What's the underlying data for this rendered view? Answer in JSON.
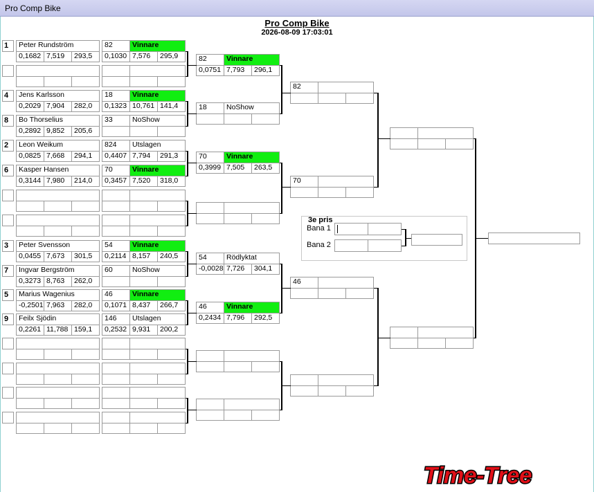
{
  "window": {
    "title": "Pro Comp Bike"
  },
  "header": {
    "title": "Pro Comp Bike",
    "datetime": "2026-08-09 17:03:01"
  },
  "round1": [
    {
      "seed": "1",
      "name": "Peter Rundström",
      "rt": "0,1682",
      "et": "7,519",
      "speed": "293,5"
    },
    {
      "seed": "",
      "name": "",
      "rt": "",
      "et": "",
      "speed": ""
    },
    {
      "seed": "4",
      "name": "Jens Karlsson",
      "rt": "0,2029",
      "et": "7,904",
      "speed": "282,0"
    },
    {
      "seed": "8",
      "name": "Bo Thorselius",
      "rt": "0,2892",
      "et": "9,852",
      "speed": "205,6"
    },
    {
      "seed": "2",
      "name": "Leon Weikum",
      "rt": "0,0825",
      "et": "7,668",
      "speed": "294,1"
    },
    {
      "seed": "6",
      "name": "Kasper Hansen",
      "rt": "0,3144",
      "et": "7,980",
      "speed": "214,0"
    },
    {
      "seed": "",
      "name": "",
      "rt": "",
      "et": "",
      "speed": ""
    },
    {
      "seed": "",
      "name": "",
      "rt": "",
      "et": "",
      "speed": ""
    },
    {
      "seed": "3",
      "name": "Peter Svensson",
      "rt": "0,0455",
      "et": "7,673",
      "speed": "301,5"
    },
    {
      "seed": "7",
      "name": "Ingvar Bergström",
      "rt": "0,3273",
      "et": "8,763",
      "speed": "262,0"
    },
    {
      "seed": "5",
      "name": "Marius Wagenius",
      "rt": "-0,2501",
      "et": "7,963",
      "speed": "282,0"
    },
    {
      "seed": "9",
      "name": "Feilx Sjödin",
      "rt": "0,2261",
      "et": "11,788",
      "speed": "159,1"
    },
    {
      "seed": "",
      "name": "",
      "rt": "",
      "et": "",
      "speed": ""
    },
    {
      "seed": "",
      "name": "",
      "rt": "",
      "et": "",
      "speed": ""
    },
    {
      "seed": "",
      "name": "",
      "rt": "",
      "et": "",
      "speed": ""
    },
    {
      "seed": "",
      "name": "",
      "rt": "",
      "et": "",
      "speed": ""
    }
  ],
  "round2": [
    {
      "num": "82",
      "status": "Vinnare",
      "win": true,
      "rt": "0,1030",
      "et": "7,576",
      "speed": "295,9"
    },
    {
      "num": "",
      "status": "",
      "win": false,
      "rt": "",
      "et": "",
      "speed": ""
    },
    {
      "num": "18",
      "status": "Vinnare",
      "win": true,
      "rt": "0,1323",
      "et": "10,761",
      "speed": "141,4"
    },
    {
      "num": "33",
      "status": "NoShow",
      "win": false,
      "rt": "",
      "et": "",
      "speed": ""
    },
    {
      "num": "824",
      "status": "Utslagen",
      "win": false,
      "rt": "0,4407",
      "et": "7,794",
      "speed": "291,3"
    },
    {
      "num": "70",
      "status": "Vinnare",
      "win": true,
      "rt": "0,3457",
      "et": "7,520",
      "speed": "318,0"
    },
    {
      "num": "",
      "status": "",
      "win": false,
      "rt": "",
      "et": "",
      "speed": ""
    },
    {
      "num": "",
      "status": "",
      "win": false,
      "rt": "",
      "et": "",
      "speed": ""
    },
    {
      "num": "54",
      "status": "Vinnare",
      "win": true,
      "rt": "0,2114",
      "et": "8,157",
      "speed": "240,5"
    },
    {
      "num": "60",
      "status": "NoShow",
      "win": false,
      "rt": "",
      "et": "",
      "speed": ""
    },
    {
      "num": "46",
      "status": "Vinnare",
      "win": true,
      "rt": "0,1071",
      "et": "8,437",
      "speed": "266,7"
    },
    {
      "num": "146",
      "status": "Utslagen",
      "win": false,
      "rt": "0,2532",
      "et": "9,931",
      "speed": "200,2"
    },
    {
      "num": "",
      "status": "",
      "win": false,
      "rt": "",
      "et": "",
      "speed": ""
    },
    {
      "num": "",
      "status": "",
      "win": false,
      "rt": "",
      "et": "",
      "speed": ""
    },
    {
      "num": "",
      "status": "",
      "win": false,
      "rt": "",
      "et": "",
      "speed": ""
    },
    {
      "num": "",
      "status": "",
      "win": false,
      "rt": "",
      "et": "",
      "speed": ""
    }
  ],
  "round3": [
    {
      "num": "82",
      "status": "Vinnare",
      "win": true,
      "rt": "0,0751",
      "et": "7,793",
      "speed": "296,1"
    },
    {
      "num": "18",
      "status": "NoShow",
      "win": false,
      "rt": "",
      "et": "",
      "speed": ""
    },
    {
      "num": "70",
      "status": "Vinnare",
      "win": true,
      "rt": "0,3999",
      "et": "7,505",
      "speed": "263,5"
    },
    {
      "num": "",
      "status": "",
      "win": false,
      "rt": "",
      "et": "",
      "speed": ""
    },
    {
      "num": "54",
      "status": "Rödlyktat",
      "win": false,
      "rt": "-0,0028",
      "et": "7,726",
      "speed": "304,1"
    },
    {
      "num": "46",
      "status": "Vinnare",
      "win": true,
      "rt": "0,2434",
      "et": "7,796",
      "speed": "292,5"
    },
    {
      "num": "",
      "status": "",
      "win": false,
      "rt": "",
      "et": "",
      "speed": ""
    },
    {
      "num": "",
      "status": "",
      "win": false,
      "rt": "",
      "et": "",
      "speed": ""
    }
  ],
  "round4": [
    {
      "num": "82",
      "status": ""
    },
    {
      "num": "70",
      "status": ""
    },
    {
      "num": "46",
      "status": ""
    },
    {
      "num": "",
      "status": ""
    }
  ],
  "third_place": {
    "title": "3e pris",
    "lane1": "Bana 1",
    "lane2": "Bana 2"
  },
  "logo": {
    "text": "Time-Tree",
    "color": "#e01018"
  },
  "colors": {
    "winner": "#11ee11",
    "titlebar": "#c8cbee"
  }
}
